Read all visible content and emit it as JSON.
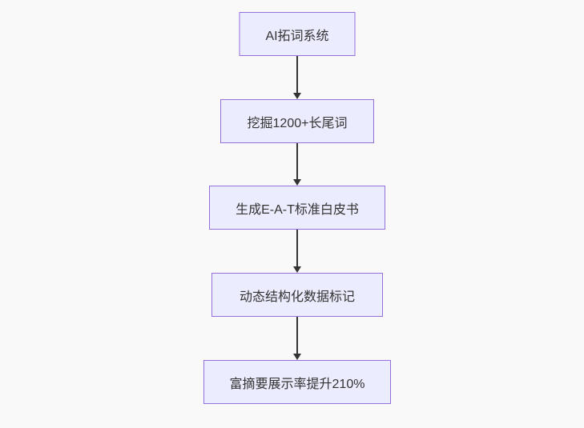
{
  "diagram": {
    "type": "flowchart",
    "direction": "top-down",
    "nodes": [
      {
        "label": "AI拓词系统"
      },
      {
        "label": "挖掘1200+长尾词"
      },
      {
        "label": "生成E-A-T标准白皮书"
      },
      {
        "label": "动态结构化数据标记"
      },
      {
        "label": "富摘要展示率提升210%"
      }
    ],
    "edges": [
      {
        "from": 0,
        "to": 1
      },
      {
        "from": 1,
        "to": 2
      },
      {
        "from": 2,
        "to": 3
      },
      {
        "from": 3,
        "to": 4
      }
    ],
    "colors": {
      "node_fill": "#ececff",
      "node_border": "#9370db",
      "arrow": "#333333",
      "text": "#333333",
      "background": "#f9f9f9"
    }
  }
}
